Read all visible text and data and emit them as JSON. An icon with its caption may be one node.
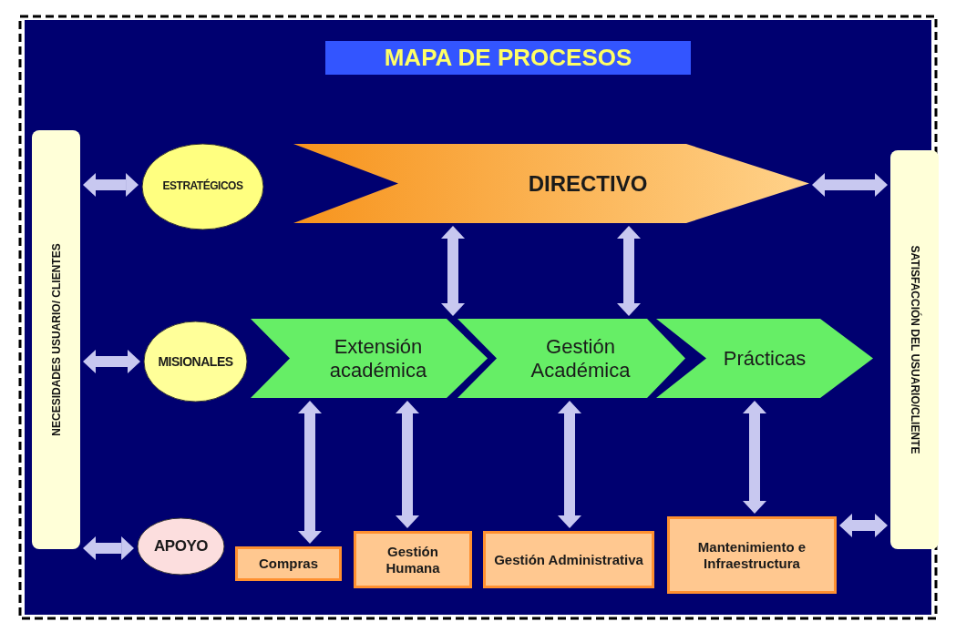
{
  "diagram": {
    "title": "MAPA DE PROCESOS",
    "nodes": [
      {
        "text": [
          "NECESIDADES USUARIO/ CLIENTES"
        ]
      },
      {
        "text": [
          "ESTRATÉGICOS"
        ]
      },
      {
        "text": [
          "DIRECTIVO"
        ]
      },
      {
        "text": [
          "SATISFACCIÓN DEL USUARIO/CLIENTE"
        ]
      },
      {
        "text": [
          "MISIONALES"
        ]
      },
      {
        "text": [
          "Extensión académica"
        ]
      },
      {
        "text": [
          "Gestión Académica"
        ]
      },
      {
        "text": [
          "Prácticas"
        ]
      },
      {
        "text": [
          "APOYO"
        ]
      },
      {
        "text": [
          "Compras"
        ]
      },
      {
        "text": [
          "Gestión Humana"
        ]
      },
      {
        "text": [
          "Gestión Administrativa"
        ]
      },
      {
        "text": [
          "Mantenimiento e Infraestructura"
        ]
      }
    ],
    "edges": [
      {
        "from": 0,
        "to": 1,
        "arrow": "both"
      },
      {
        "from": 2,
        "to": 3,
        "arrow": "both"
      },
      {
        "from": 2,
        "to": 5,
        "arrow": "both"
      },
      {
        "from": 2,
        "to": 6,
        "arrow": "both"
      },
      {
        "from": 0,
        "to": 4,
        "arrow": "both"
      },
      {
        "from": 5,
        "to": 9,
        "arrow": "both"
      },
      {
        "from": 5,
        "to": 10,
        "arrow": "both"
      },
      {
        "from": 6,
        "to": 11,
        "arrow": "both"
      },
      {
        "from": 7,
        "to": 12,
        "arrow": "both"
      },
      {
        "from": 0,
        "to": 8,
        "arrow": "both"
      },
      {
        "from": 12,
        "to": 3,
        "arrow": "both"
      }
    ]
  }
}
